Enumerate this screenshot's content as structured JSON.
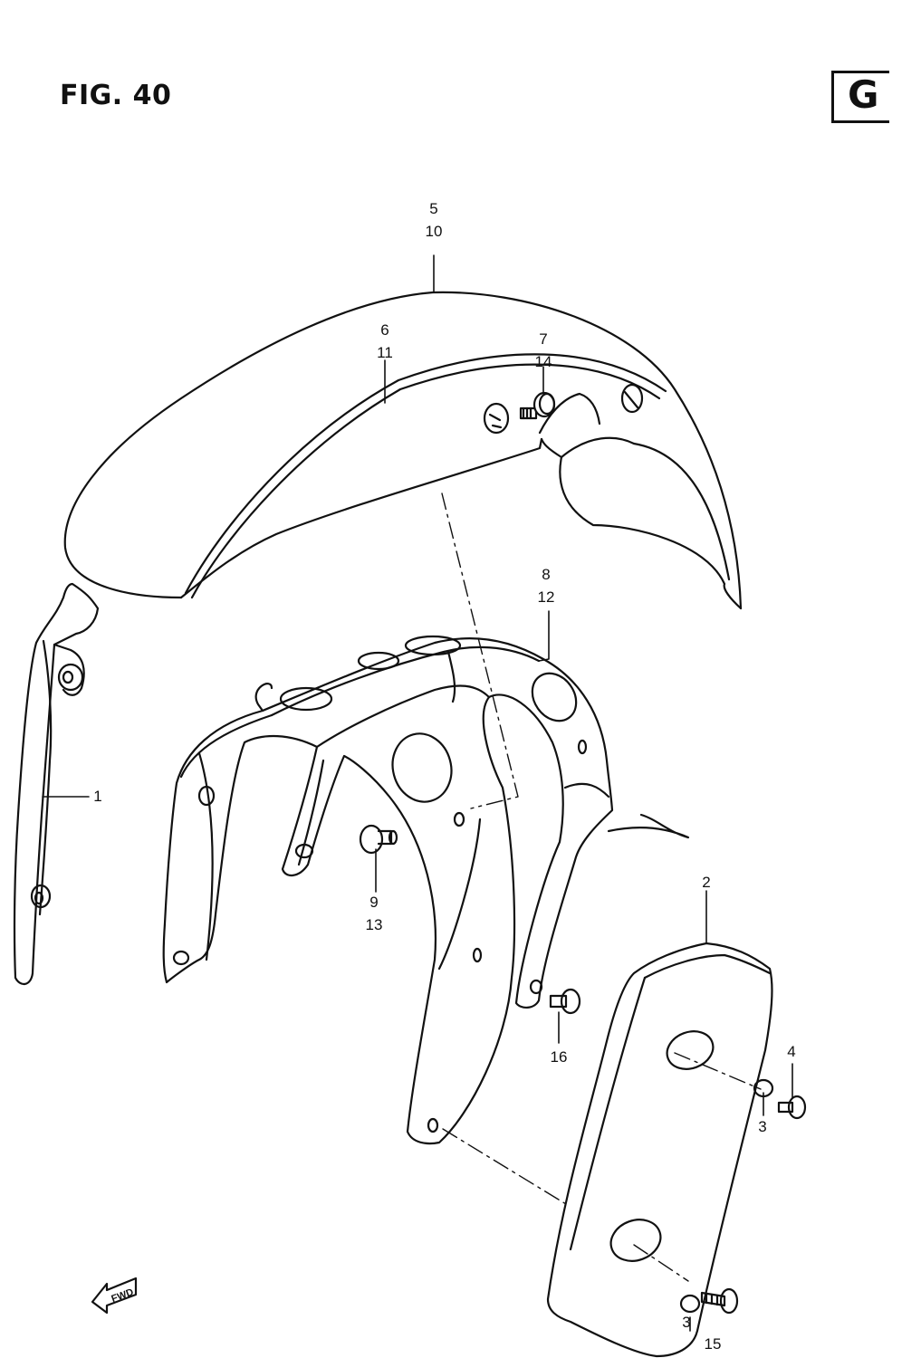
{
  "figure": {
    "title": "FIG. 40",
    "section": "G",
    "fwd_label": "FWD"
  },
  "callouts": {
    "c5_10": [
      "5",
      "10"
    ],
    "c6_11": [
      "6",
      "11"
    ],
    "c7_14": [
      "7",
      "14"
    ],
    "c8_12": [
      "8",
      "12"
    ],
    "c1": [
      "1"
    ],
    "c9_13": [
      "9",
      "13"
    ],
    "c2": [
      "2"
    ],
    "c16": [
      "16"
    ],
    "c4": [
      "4"
    ],
    "c3a": [
      "3"
    ],
    "c3b": [
      "3"
    ],
    "c15": [
      "15"
    ]
  }
}
